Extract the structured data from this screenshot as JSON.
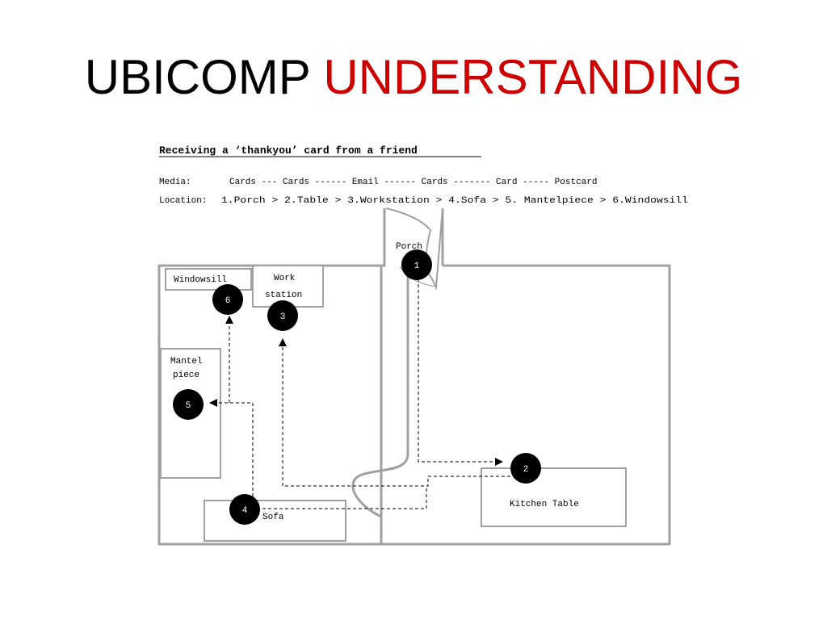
{
  "slide": {
    "title_part1": "UBICOMP",
    "title_part2": "UNDERSTANDING",
    "accent_color": "#cc0000"
  },
  "diagram": {
    "heading": "Receiving a ‘thankyou’ card from a friend",
    "media_label": "Media:",
    "media_sequence": "Cards --- Cards ------ Email ------ Cards ------- Card ----- Postcard",
    "location_label": "Location:",
    "location_sequence": "1.Porch > 2.Table > 3.Workstation > 4.Sofa > 5. Mantelpiece > 6.Windowsill",
    "rooms": {
      "porch": "Porch",
      "windowsill": "Windowsill",
      "workstation_line1": "Work",
      "workstation_line2": "station",
      "mantelpiece_line1": "Mantel",
      "mantelpiece_line2": "piece",
      "kitchen_table": "Kitchen Table",
      "sofa": "Sofa"
    },
    "markers": {
      "m1": "1",
      "m2": "2",
      "m3": "3",
      "m4": "4",
      "m5": "5",
      "m6": "6"
    },
    "colors": {
      "wall": "#a0a0a0",
      "path": "#000000",
      "marker_fill": "#000000",
      "marker_text": "#ffffff"
    }
  }
}
